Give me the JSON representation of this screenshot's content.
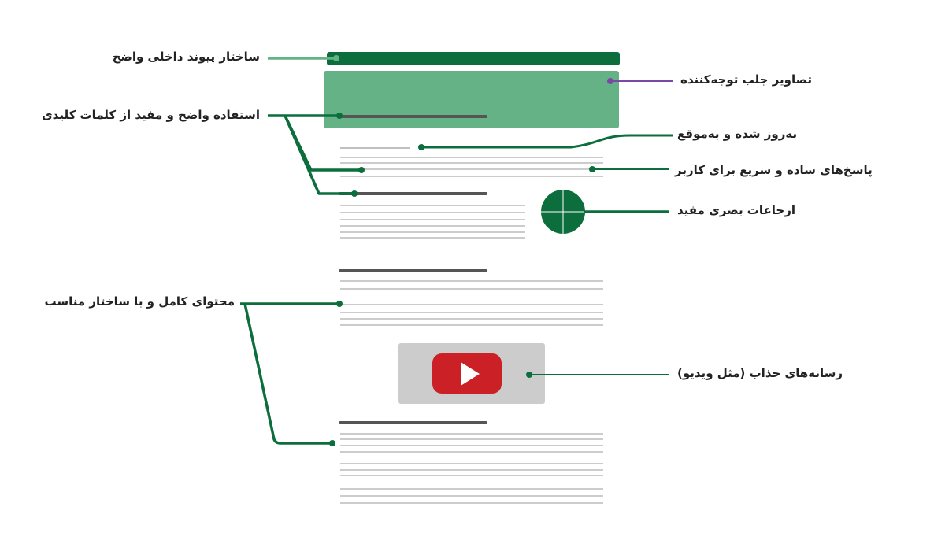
{
  "annotations": {
    "internal_links": "ساختار پیوند داخلی واضح",
    "attractive_images": "تصاویر جلب توجه‌کننده",
    "keywords_usage": "استفاده واضح و مفید از کلمات کلیدی",
    "up_to_date": "به‌روز شده و به‌موقع",
    "quick_answers": "پاسخ‌های ساده و سریع برای کاربر",
    "visual_references": "ارجاعات بصری مفید",
    "complete_content": "محتوای کامل و با ساختار مناسب",
    "engaging_media": "رسانه‌های جذاب (مثل ویدیو)"
  },
  "colors": {
    "primary_green": "#0c6e3c",
    "light_green": "#64b285",
    "purple": "#7a48a6",
    "text_line_dark": "#555555",
    "text_line_light": "#9a9a9a",
    "video_bg": "#cccccc",
    "play_red": "#cc2027",
    "label_text": "#222222"
  }
}
